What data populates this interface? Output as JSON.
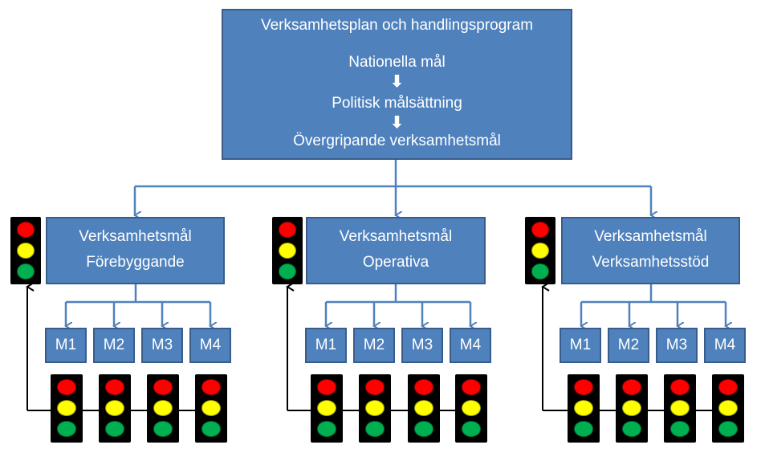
{
  "top": {
    "title": "Verksamhetsplan och handlingsprogram",
    "steps": [
      "Nationella mål",
      "Politisk målsättning",
      "Övergripande verksamhetsmål"
    ],
    "arrow": "⬇"
  },
  "groups": [
    {
      "line1": "Verksamhetsmål",
      "line2": "Förebyggande",
      "measures": [
        "M1",
        "M2",
        "M3",
        "M4"
      ]
    },
    {
      "line1": "Verksamhetsmål",
      "line2": "Operativa",
      "measures": [
        "M1",
        "M2",
        "M3",
        "M4"
      ]
    },
    {
      "line1": "Verksamhetsmål",
      "line2": "Verksamhetsstöd",
      "measures": [
        "M1",
        "M2",
        "M3",
        "M4"
      ]
    }
  ],
  "colors": {
    "box_fill": "#4F81BD",
    "connector": "#4F81BD",
    "red": "#FF0000",
    "yellow": "#FFFF00",
    "green": "#00B050"
  }
}
